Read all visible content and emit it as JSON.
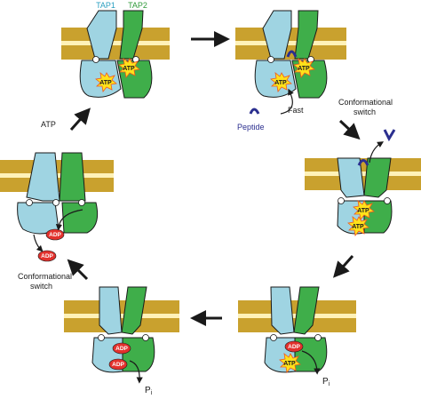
{
  "header": {
    "tap1": "TAP1",
    "tap2": "TAP2"
  },
  "labels": {
    "atp": "ATP",
    "adp": "ADP",
    "fast": "Fast",
    "peptide": "Peptide",
    "conformational_1": "Conformational",
    "switch_1": "switch",
    "conformational_2": "Conformational",
    "switch_2": "switch",
    "atp_input": "ATP",
    "pi": "P",
    "pi_sub": "i"
  },
  "colors": {
    "membrane": "#c9a12e",
    "membrane_line": "#fff2b8",
    "tap1": "#9fd4e2",
    "tap2": "#3fae4a",
    "outline": "#1a1a1a",
    "atp_star": "#ffe21a",
    "atp_star_edge": "#f05a1e",
    "adp": "#e3312d",
    "peptide": "#2b2f8f",
    "tap1_text": "#2a9fc0",
    "tap2_text": "#2f9a3a"
  }
}
